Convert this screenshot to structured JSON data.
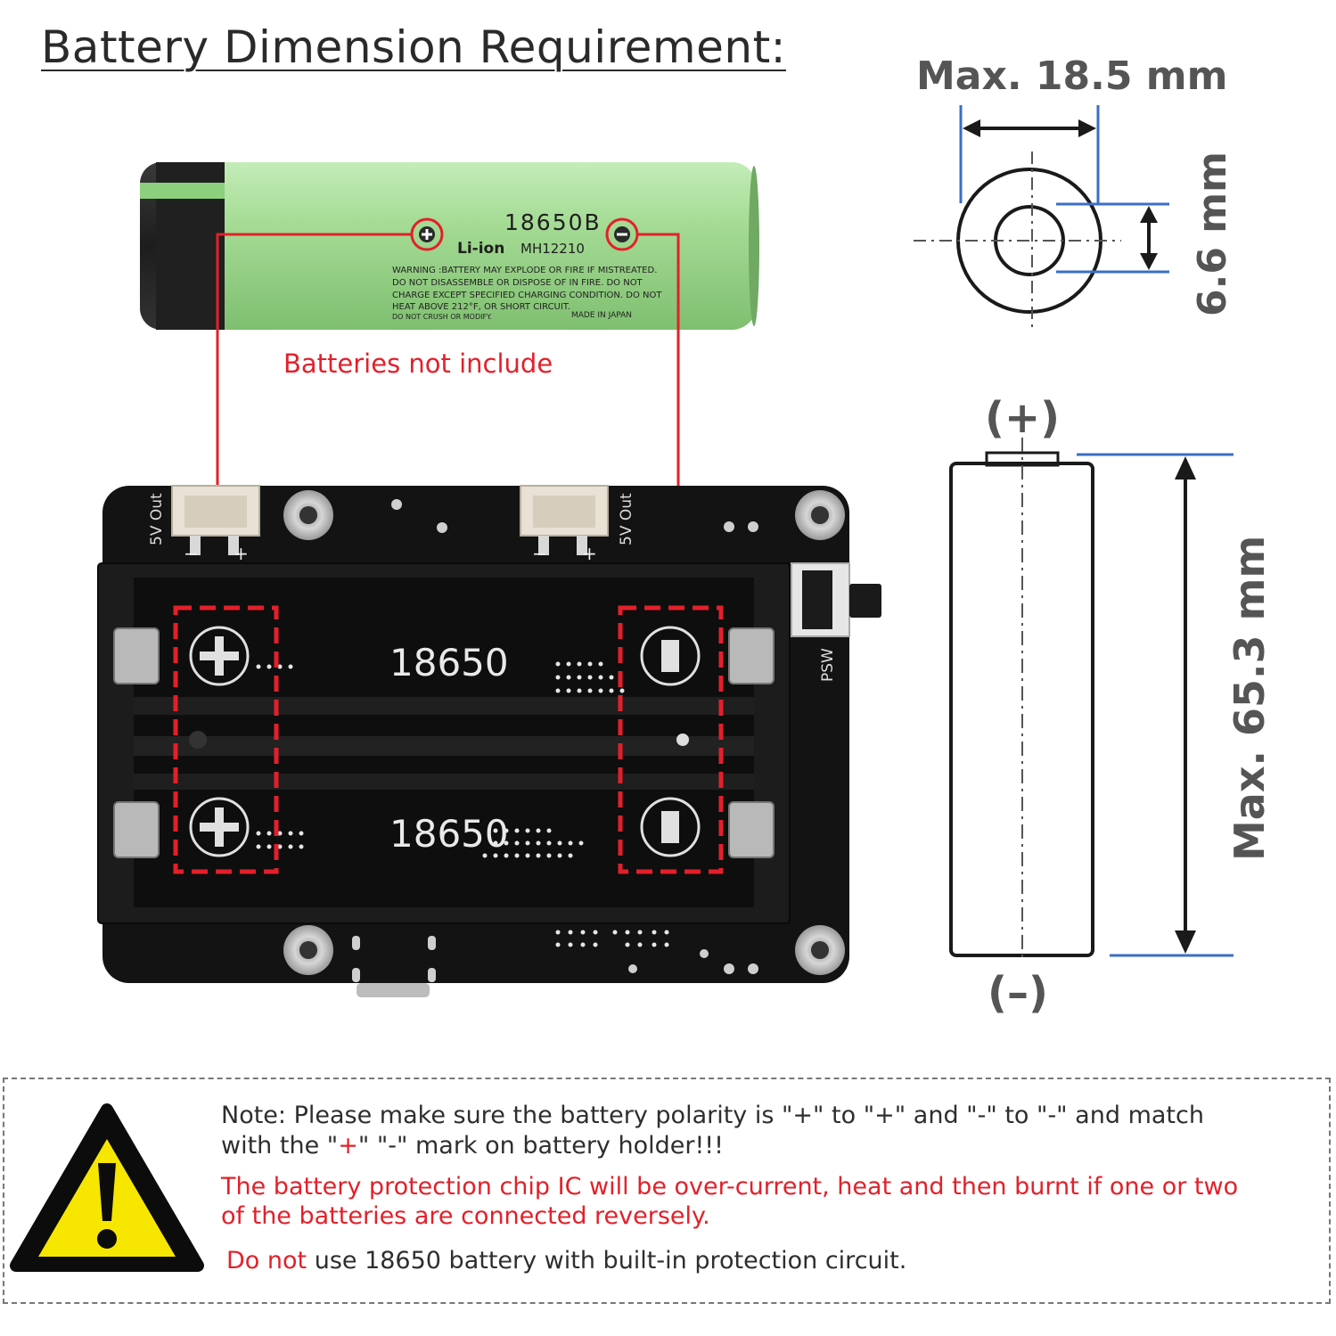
{
  "title": "Battery Dimension Requirement:",
  "battery_label": {
    "model": "18650B",
    "type": "Li-ion",
    "code": "MH12210",
    "warning_lines": [
      "WARNING :BATTERY MAY EXPLODE OR FIRE IF MISTREATED.",
      "DO NOT DISASSEMBLE OR DISPOSE OF IN FIRE. DO NOT",
      "CHARGE EXCEPT SPECIFIED CHARGING CONDITION. DO NOT",
      "HEAT ABOVE 212°F, OR SHORT CIRCUIT.",
      "DO NOT CRUSH OR MODIFY."
    ],
    "origin": "MADE IN JAPAN"
  },
  "batteries_note": "Batteries not include",
  "board": {
    "port_label": "5V Out",
    "slot_label": "18650",
    "switch_label": "PSW",
    "port_minus": "−",
    "port_plus": "+"
  },
  "dimensions": {
    "diameter": "Max. 18.5 mm",
    "terminal": "6.6 mm",
    "length": "Max. 65.3 mm",
    "plus_symbol": "(+)",
    "minus_symbol": "(–)"
  },
  "note": {
    "line1": "Note: Please make sure the battery polarity is \"+\" to \"+\" and \"-\" to \"-\" and match",
    "line2_a": "with the \"",
    "line2_plus": "+",
    "line2_b": "\" \"-\" mark on battery holder!!!",
    "warn1": "The battery protection chip IC will be over-current, heat and then burnt if one or two",
    "warn2": "of the batteries are connected reversely.",
    "donot": "Do not",
    "rest": " use 18650 battery with built-in protection circuit."
  },
  "colors": {
    "accent_red": "#e3202a",
    "battery_green": "#9bd38e",
    "dimension_blue": "#3a6fc4",
    "warning_yellow": "#f7e600"
  }
}
